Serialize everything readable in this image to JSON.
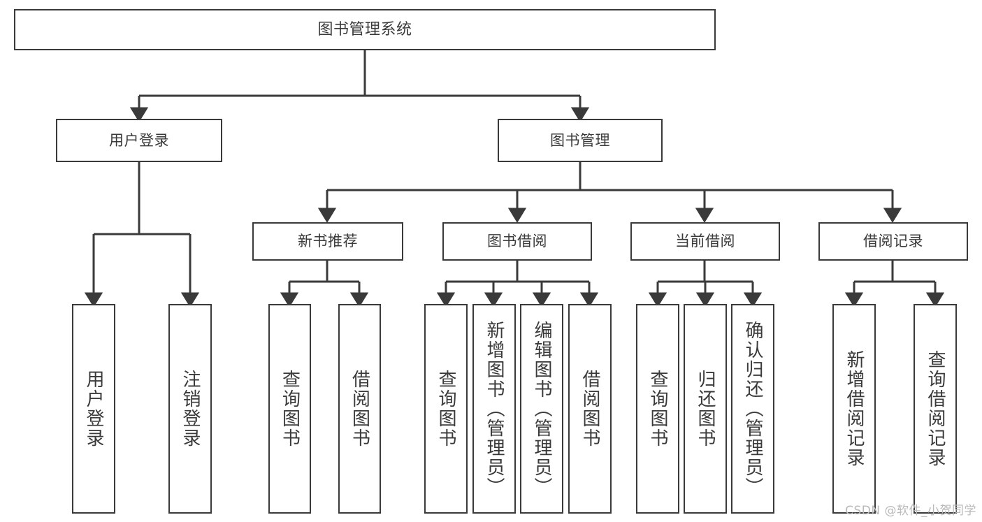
{
  "diagram": {
    "type": "tree-hierarchy-chart",
    "title": "图书管理系统",
    "colors": {
      "box_border": "#3a3a3a",
      "box_fill": "#ffffff",
      "text": "#3a3a3a",
      "edge": "#3a3a3a",
      "watermark": "#b9b9b9"
    },
    "root": {
      "label": "图书管理系统"
    },
    "level2": [
      {
        "id": "user-login",
        "label": "用户登录"
      },
      {
        "id": "book-management",
        "label": "图书管理"
      }
    ],
    "level3": [
      {
        "id": "new-book-recommendation",
        "label": "新书推荐"
      },
      {
        "id": "book-borrow",
        "label": "图书借阅"
      },
      {
        "id": "current-borrow",
        "label": "当前借阅"
      },
      {
        "id": "borrow-record",
        "label": "借阅记录"
      }
    ],
    "leaves": {
      "user-login": [
        {
          "id": "leaf-user-login",
          "label": "用户登录"
        },
        {
          "id": "leaf-logout-login",
          "label": "注销登录"
        }
      ],
      "new-book-recommendation": [
        {
          "id": "leaf-query-book-1",
          "label": "查询图书"
        },
        {
          "id": "leaf-borrow-book-1",
          "label": "借阅图书"
        }
      ],
      "book-borrow": [
        {
          "id": "leaf-query-book-2",
          "label": "查询图书"
        },
        {
          "id": "leaf-add-book-admin",
          "label": "新增图书（管理员）"
        },
        {
          "id": "leaf-edit-book-admin",
          "label": "编辑图书（管理员）"
        },
        {
          "id": "leaf-borrow-book-2",
          "label": "借阅图书"
        }
      ],
      "current-borrow": [
        {
          "id": "leaf-query-book-3",
          "label": "查询图书"
        },
        {
          "id": "leaf-return-book",
          "label": "归还图书"
        },
        {
          "id": "leaf-confirm-return-admin",
          "label": "确认归还（管理员）"
        }
      ],
      "borrow-record": [
        {
          "id": "leaf-add-borrow-record",
          "label": "新增借阅记录"
        },
        {
          "id": "leaf-query-borrow-record",
          "label": "查询借阅记录"
        }
      ]
    },
    "watermark": "CSDN @软件_小贺同学"
  }
}
